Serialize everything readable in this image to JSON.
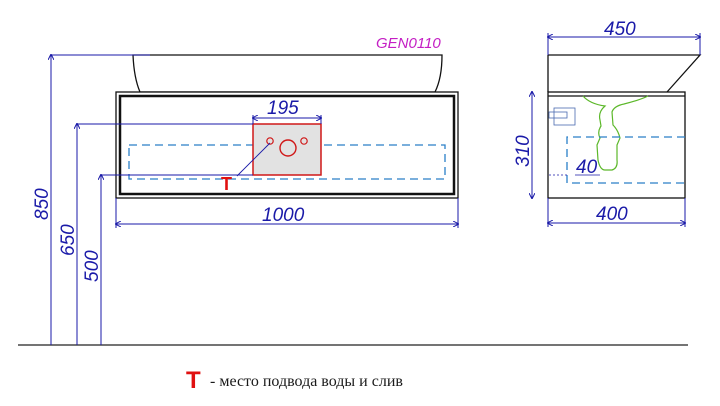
{
  "product_code": "GEN0110",
  "front_view": {
    "dim_total_height": "850",
    "dim_650": "650",
    "dim_500": "500",
    "dim_width": "1000",
    "dim_plate_width": "195",
    "water_mark": "T"
  },
  "side_view": {
    "dim_top_depth": "450",
    "dim_cabinet_height": "310",
    "dim_cabinet_depth": "400",
    "dim_offset": "40"
  },
  "legend": {
    "symbol": "T",
    "text": "- место подвода воды и слив"
  },
  "colors": {
    "dimension": "#1a1aa8",
    "accent": "#e01010",
    "code": "#c41ec4",
    "siphon": "#5cb82a",
    "hidden": "#2a7fc8"
  }
}
